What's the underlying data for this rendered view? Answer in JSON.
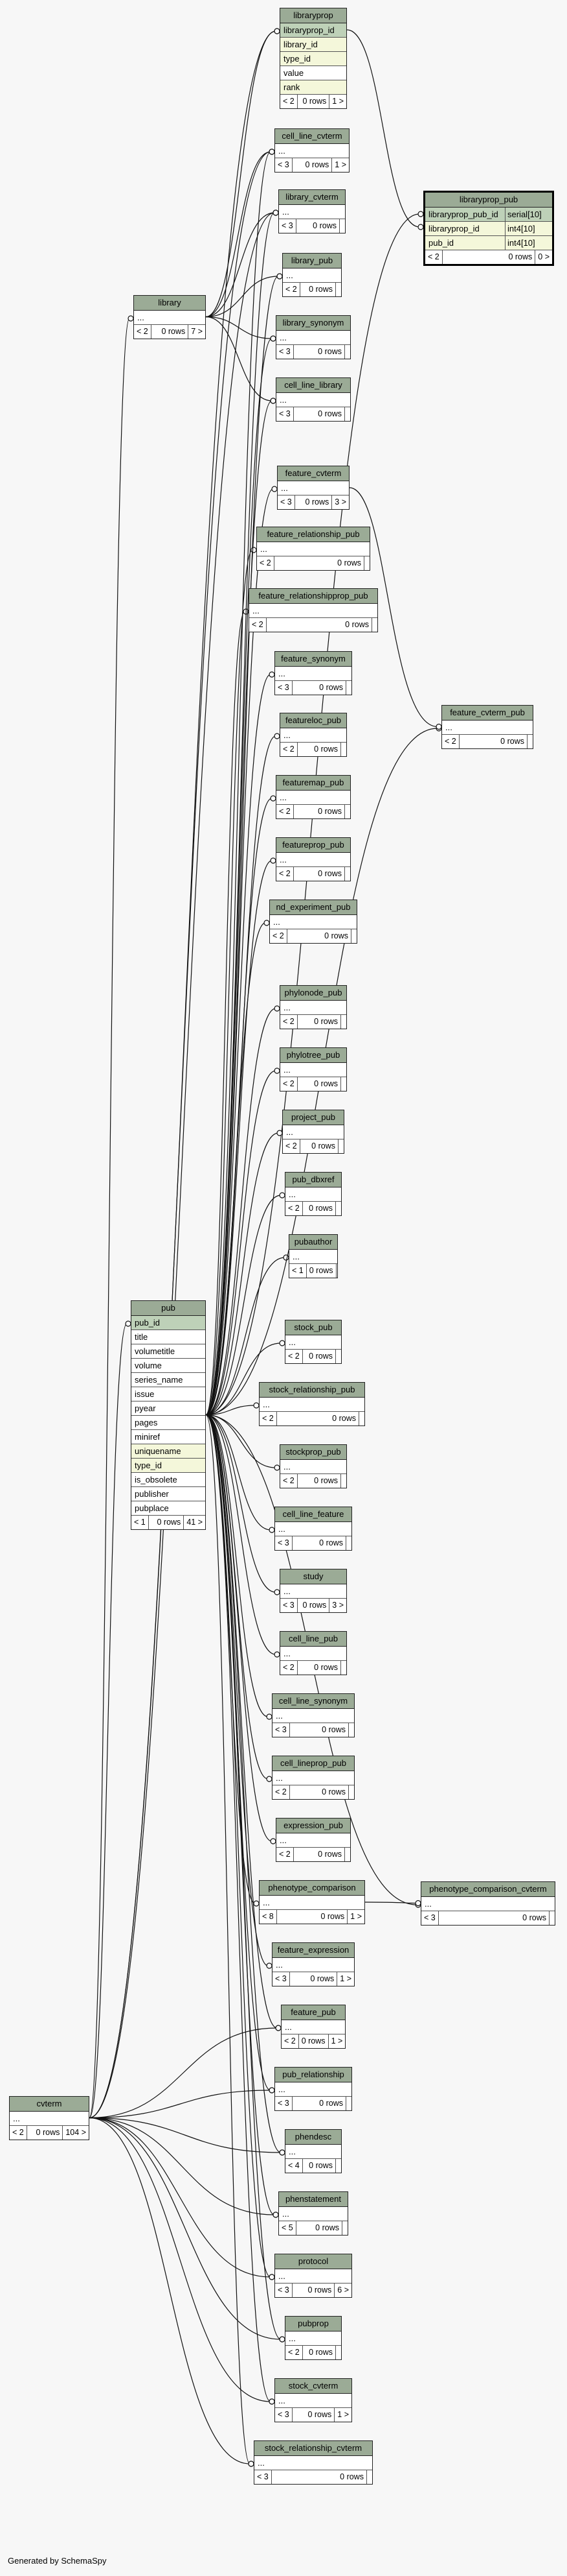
{
  "footer_text": "Generated by SchemaSpy",
  "tables": [
    {
      "key": "libraryprop",
      "name": "libraryprop",
      "columns": [
        {
          "n": "libraryprop_id",
          "k": "pk"
        },
        {
          "n": "library_id",
          "k": "fk"
        },
        {
          "n": "type_id",
          "k": "fk"
        },
        {
          "n": "value",
          "k": ""
        },
        {
          "n": "rank",
          "k": "fk"
        }
      ],
      "parents": "< 2",
      "rows": "0 rows",
      "children": "1 >"
    },
    {
      "key": "libraryprop_pub",
      "name": "libraryprop_pub",
      "focus": true,
      "columns": [
        {
          "n": "libraryprop_pub_id",
          "k": "pk",
          "t": "serial[10]"
        },
        {
          "n": "libraryprop_id",
          "k": "fk",
          "t": "int4[10]"
        },
        {
          "n": "pub_id",
          "k": "fk",
          "t": "int4[10]"
        }
      ],
      "parents": "< 2",
      "rows": "0 rows",
      "children": "0 >"
    },
    {
      "key": "cell_line_cvterm",
      "name": "cell_line_cvterm",
      "columns": [
        {
          "n": "...",
          "k": ""
        }
      ],
      "parents": "< 3",
      "rows": "0 rows",
      "children": "1 >"
    },
    {
      "key": "library_cvterm",
      "name": "library_cvterm",
      "columns": [
        {
          "n": "...",
          "k": ""
        }
      ],
      "parents": "< 3",
      "rows": "0 rows",
      "children": ""
    },
    {
      "key": "library",
      "name": "library",
      "columns": [
        {
          "n": "...",
          "k": ""
        }
      ],
      "parents": "< 2",
      "rows": "0 rows",
      "children": "7 >"
    },
    {
      "key": "library_pub",
      "name": "library_pub",
      "columns": [
        {
          "n": "...",
          "k": ""
        }
      ],
      "parents": "< 2",
      "rows": "0 rows",
      "children": ""
    },
    {
      "key": "library_synonym",
      "name": "library_synonym",
      "columns": [
        {
          "n": "...",
          "k": ""
        }
      ],
      "parents": "< 3",
      "rows": "0 rows",
      "children": ""
    },
    {
      "key": "cell_line_library",
      "name": "cell_line_library",
      "columns": [
        {
          "n": "...",
          "k": ""
        }
      ],
      "parents": "< 3",
      "rows": "0 rows",
      "children": ""
    },
    {
      "key": "feature_cvterm",
      "name": "feature_cvterm",
      "columns": [
        {
          "n": "...",
          "k": ""
        }
      ],
      "parents": "< 3",
      "rows": "0 rows",
      "children": "3 >"
    },
    {
      "key": "feature_relationship_pub",
      "name": "feature_relationship_pub",
      "columns": [
        {
          "n": "...",
          "k": ""
        }
      ],
      "parents": "< 2",
      "rows": "0 rows",
      "children": ""
    },
    {
      "key": "feature_relationshipprop_pub",
      "name": "feature_relationshipprop_pub",
      "columns": [
        {
          "n": "...",
          "k": ""
        }
      ],
      "parents": "< 2",
      "rows": "0 rows",
      "children": ""
    },
    {
      "key": "feature_synonym",
      "name": "feature_synonym",
      "columns": [
        {
          "n": "...",
          "k": ""
        }
      ],
      "parents": "< 3",
      "rows": "0 rows",
      "children": ""
    },
    {
      "key": "feature_cvterm_pub",
      "name": "feature_cvterm_pub",
      "columns": [
        {
          "n": "...",
          "k": ""
        }
      ],
      "parents": "< 2",
      "rows": "0 rows",
      "children": ""
    },
    {
      "key": "featureloc_pub",
      "name": "featureloc_pub",
      "columns": [
        {
          "n": "...",
          "k": ""
        }
      ],
      "parents": "< 2",
      "rows": "0 rows",
      "children": ""
    },
    {
      "key": "featuremap_pub",
      "name": "featuremap_pub",
      "columns": [
        {
          "n": "...",
          "k": ""
        }
      ],
      "parents": "< 2",
      "rows": "0 rows",
      "children": ""
    },
    {
      "key": "featureprop_pub",
      "name": "featureprop_pub",
      "columns": [
        {
          "n": "...",
          "k": ""
        }
      ],
      "parents": "< 2",
      "rows": "0 rows",
      "children": ""
    },
    {
      "key": "nd_experiment_pub",
      "name": "nd_experiment_pub",
      "columns": [
        {
          "n": "...",
          "k": ""
        }
      ],
      "parents": "< 2",
      "rows": "0 rows",
      "children": ""
    },
    {
      "key": "phylonode_pub",
      "name": "phylonode_pub",
      "columns": [
        {
          "n": "...",
          "k": ""
        }
      ],
      "parents": "< 2",
      "rows": "0 rows",
      "children": ""
    },
    {
      "key": "phylotree_pub",
      "name": "phylotree_pub",
      "columns": [
        {
          "n": "...",
          "k": ""
        }
      ],
      "parents": "< 2",
      "rows": "0 rows",
      "children": ""
    },
    {
      "key": "project_pub",
      "name": "project_pub",
      "columns": [
        {
          "n": "...",
          "k": ""
        }
      ],
      "parents": "< 2",
      "rows": "0 rows",
      "children": ""
    },
    {
      "key": "pub_dbxref",
      "name": "pub_dbxref",
      "columns": [
        {
          "n": "...",
          "k": ""
        }
      ],
      "parents": "< 2",
      "rows": "0 rows",
      "children": ""
    },
    {
      "key": "pubauthor",
      "name": "pubauthor",
      "columns": [
        {
          "n": "...",
          "k": ""
        }
      ],
      "parents": "< 1",
      "rows": "0 rows",
      "children": ""
    },
    {
      "key": "pub",
      "name": "pub",
      "columns": [
        {
          "n": "pub_id",
          "k": "pk"
        },
        {
          "n": "title",
          "k": ""
        },
        {
          "n": "volumetitle",
          "k": ""
        },
        {
          "n": "volume",
          "k": ""
        },
        {
          "n": "series_name",
          "k": ""
        },
        {
          "n": "issue",
          "k": ""
        },
        {
          "n": "pyear",
          "k": ""
        },
        {
          "n": "pages",
          "k": ""
        },
        {
          "n": "miniref",
          "k": ""
        },
        {
          "n": "uniquename",
          "k": "idx"
        },
        {
          "n": "type_id",
          "k": "fk"
        },
        {
          "n": "is_obsolete",
          "k": ""
        },
        {
          "n": "publisher",
          "k": ""
        },
        {
          "n": "pubplace",
          "k": ""
        }
      ],
      "parents": "< 1",
      "rows": "0 rows",
      "children": "41 >"
    },
    {
      "key": "stock_pub",
      "name": "stock_pub",
      "columns": [
        {
          "n": "...",
          "k": ""
        }
      ],
      "parents": "< 2",
      "rows": "0 rows",
      "children": ""
    },
    {
      "key": "stock_relationship_pub",
      "name": "stock_relationship_pub",
      "columns": [
        {
          "n": "...",
          "k": ""
        }
      ],
      "parents": "< 2",
      "rows": "0 rows",
      "children": ""
    },
    {
      "key": "stockprop_pub",
      "name": "stockprop_pub",
      "columns": [
        {
          "n": "...",
          "k": ""
        }
      ],
      "parents": "< 2",
      "rows": "0 rows",
      "children": ""
    },
    {
      "key": "cell_line_feature",
      "name": "cell_line_feature",
      "columns": [
        {
          "n": "...",
          "k": ""
        }
      ],
      "parents": "< 3",
      "rows": "0 rows",
      "children": ""
    },
    {
      "key": "study",
      "name": "study",
      "columns": [
        {
          "n": "...",
          "k": ""
        }
      ],
      "parents": "< 3",
      "rows": "0 rows",
      "children": "3 >"
    },
    {
      "key": "cell_line_pub",
      "name": "cell_line_pub",
      "columns": [
        {
          "n": "...",
          "k": ""
        }
      ],
      "parents": "< 2",
      "rows": "0 rows",
      "children": ""
    },
    {
      "key": "cell_line_synonym",
      "name": "cell_line_synonym",
      "columns": [
        {
          "n": "...",
          "k": ""
        }
      ],
      "parents": "< 3",
      "rows": "0 rows",
      "children": ""
    },
    {
      "key": "cell_lineprop_pub",
      "name": "cell_lineprop_pub",
      "columns": [
        {
          "n": "...",
          "k": ""
        }
      ],
      "parents": "< 2",
      "rows": "0 rows",
      "children": ""
    },
    {
      "key": "expression_pub",
      "name": "expression_pub",
      "columns": [
        {
          "n": "...",
          "k": ""
        }
      ],
      "parents": "< 2",
      "rows": "0 rows",
      "children": ""
    },
    {
      "key": "phenotype_comparison",
      "name": "phenotype_comparison",
      "columns": [
        {
          "n": "...",
          "k": ""
        }
      ],
      "parents": "< 8",
      "rows": "0 rows",
      "children": "1 >"
    },
    {
      "key": "phenotype_comparison_cvterm",
      "name": "phenotype_comparison_cvterm",
      "columns": [
        {
          "n": "...",
          "k": ""
        }
      ],
      "parents": "< 3",
      "rows": "0 rows",
      "children": ""
    },
    {
      "key": "feature_expression",
      "name": "feature_expression",
      "columns": [
        {
          "n": "...",
          "k": ""
        }
      ],
      "parents": "< 3",
      "rows": "0 rows",
      "children": "1 >"
    },
    {
      "key": "feature_pub",
      "name": "feature_pub",
      "columns": [
        {
          "n": "...",
          "k": ""
        }
      ],
      "parents": "< 2",
      "rows": "0 rows",
      "children": "1 >"
    },
    {
      "key": "pub_relationship",
      "name": "pub_relationship",
      "columns": [
        {
          "n": "...",
          "k": ""
        }
      ],
      "parents": "< 3",
      "rows": "0 rows",
      "children": ""
    },
    {
      "key": "cvterm",
      "name": "cvterm",
      "columns": [
        {
          "n": "...",
          "k": ""
        }
      ],
      "parents": "< 2",
      "rows": "0 rows",
      "children": "104 >"
    },
    {
      "key": "phendesc",
      "name": "phendesc",
      "columns": [
        {
          "n": "...",
          "k": ""
        }
      ],
      "parents": "< 4",
      "rows": "0 rows",
      "children": ""
    },
    {
      "key": "phenstatement",
      "name": "phenstatement",
      "columns": [
        {
          "n": "...",
          "k": ""
        }
      ],
      "parents": "< 5",
      "rows": "0 rows",
      "children": ""
    },
    {
      "key": "protocol",
      "name": "protocol",
      "columns": [
        {
          "n": "...",
          "k": ""
        }
      ],
      "parents": "< 3",
      "rows": "0 rows",
      "children": "6 >"
    },
    {
      "key": "pubprop",
      "name": "pubprop",
      "columns": [
        {
          "n": "...",
          "k": ""
        }
      ],
      "parents": "< 2",
      "rows": "0 rows",
      "children": ""
    },
    {
      "key": "stock_cvterm",
      "name": "stock_cvterm",
      "columns": [
        {
          "n": "...",
          "k": ""
        }
      ],
      "parents": "< 3",
      "rows": "0 rows",
      "children": "1 >"
    },
    {
      "key": "stock_relationship_cvterm",
      "name": "stock_relationship_cvterm",
      "columns": [
        {
          "n": "...",
          "k": ""
        }
      ],
      "parents": "< 3",
      "rows": "0 rows",
      "children": ""
    }
  ]
}
